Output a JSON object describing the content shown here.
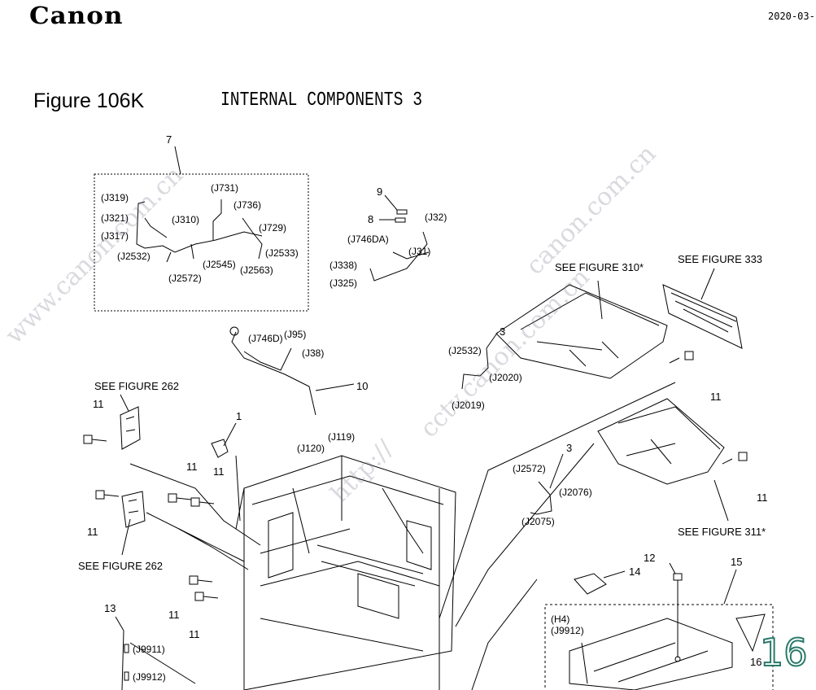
{
  "header": {
    "brand": "Canon",
    "date": "2020-03-",
    "figure_number": "Figure  106K",
    "figure_title": "INTERNAL COMPONENTS 3"
  },
  "watermarks": [
    "www.canon.com.cn",
    "cctv.canon.com.cn",
    "http://",
    "canon.com.cn"
  ],
  "page_badge": "16",
  "callouts": {
    "c1": "1",
    "c3a": "3",
    "c3b": "3",
    "c7": "7",
    "c8": "8",
    "c9": "9",
    "c10": "10",
    "c11a": "11",
    "c11b": "11",
    "c11c": "11",
    "c11d": "11",
    "c11e": "11",
    "c11f": "11",
    "c11g": "11",
    "c11h": "11",
    "c12": "12",
    "c13": "13",
    "c14": "14",
    "c15": "15",
    "c16": "16"
  },
  "references": {
    "fig262a": "SEE FIGURE 262",
    "fig262b": "SEE FIGURE 262",
    "fig310": "SEE FIGURE 310*",
    "fig311": "SEE FIGURE 311*",
    "fig333": "SEE FIGURE 333"
  },
  "connectors": {
    "j319": "(J319)",
    "j321": "(J321)",
    "j317": "(J317)",
    "j310": "(J310)",
    "j731": "(J731)",
    "j736": "(J736)",
    "j729": "(J729)",
    "j2533": "(J2533)",
    "j2532a": "(J2532)",
    "j2545": "(J2545)",
    "j2563": "(J2563)",
    "j2572a": "(J2572)",
    "j32": "(J32)",
    "j746da": "(J746DA)",
    "j31": "(J31)",
    "j338": "(J338)",
    "j325": "(J325)",
    "j746d": "(J746D)",
    "j95": "(J95)",
    "j38": "(J38)",
    "j119": "(J119)",
    "j120": "(J120)",
    "j2532b": "(J2532)",
    "j2020": "(J2020)",
    "j2019": "(J2019)",
    "j2572b": "(J2572)",
    "j2076": "(J2076)",
    "j2075": "(J2075)",
    "h4": "(H4)",
    "j9912a": "(J9912)",
    "j9911": "(J9911)",
    "j9912b": "(J9912)"
  },
  "colors": {
    "line": "#000000",
    "watermark": "#8a8aa0",
    "badge": "#2a7a6a"
  }
}
